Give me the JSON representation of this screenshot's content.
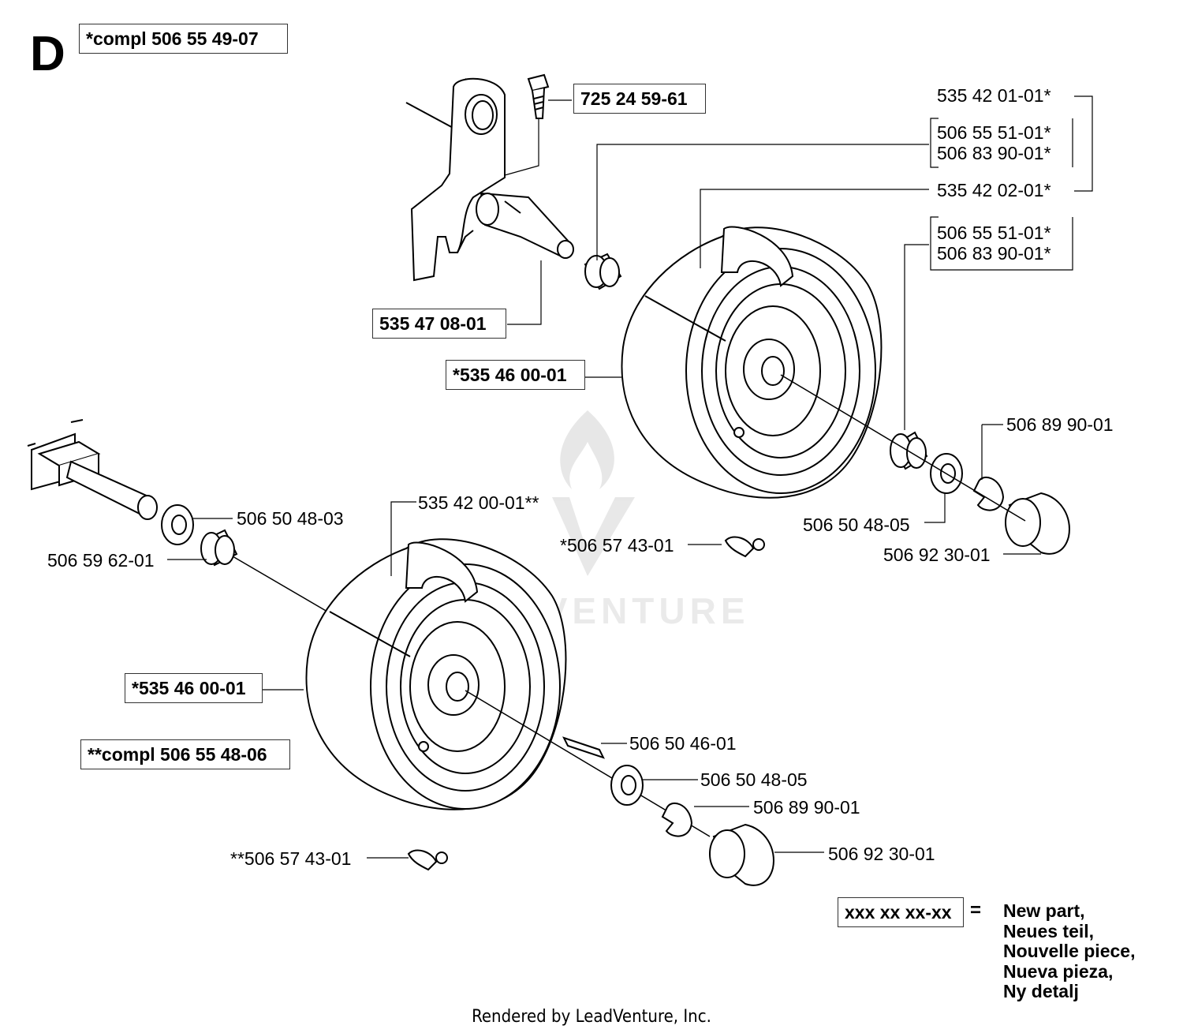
{
  "section_letter": "D",
  "boxed_labels": {
    "compl_top": "*compl 506 55 49-07",
    "bolt": "725 24 59-61",
    "axle": "535 47 08-01",
    "wheel_upper": "*535 46 00-01",
    "wheel_lower": "*535 46 00-01",
    "compl_lower": "**compl 506 55 48-06",
    "legend_key": "xxx xx xx-xx"
  },
  "part_labels": {
    "p_535_42_01": "535 42 01-01*",
    "p_506_55_51_a": "506 55 51-01*",
    "p_506_83_90_a": "506 83 90-01*",
    "p_535_42_02": "535 42 02-01*",
    "p_506_55_51_b": "506 55 51-01*",
    "p_506_83_90_b": "506 83 90-01*",
    "p_506_89_90_upper": "506 89 90-01",
    "p_506_50_48_05_upper": "506 50 48-05",
    "p_506_92_30_upper": "506 92 30-01",
    "p_506_57_43_upper": "*506 57 43-01",
    "p_535_42_00": "535 42 00-01**",
    "p_506_50_48_03": "506 50 48-03",
    "p_506_59_62": "506 59 62-01",
    "p_506_50_46": "506 50 46-01",
    "p_506_50_48_05_lower": "506 50 48-05",
    "p_506_89_90_lower": "506 89 90-01",
    "p_506_92_30_lower": "506 92 30-01",
    "p_506_57_43_lower": "**506 57 43-01"
  },
  "legend": {
    "equals": "=",
    "lines": [
      "New part,",
      "Neues teil,",
      "Nouvelle piece,",
      "Nueva pieza,",
      "Ny detalj"
    ]
  },
  "watermark": "LEADVENTURE",
  "footer": "Rendered by LeadVenture, Inc."
}
